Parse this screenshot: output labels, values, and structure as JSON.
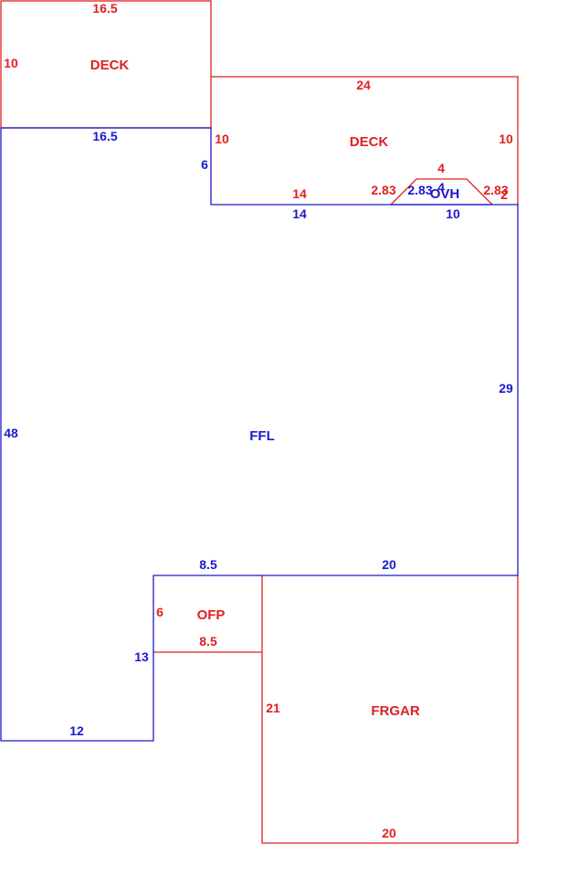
{
  "colors": {
    "red": "#e02020",
    "blue": "#1a1acc",
    "background": "#ffffff"
  },
  "areas": {
    "deck_left": "DECK",
    "deck_right": "DECK",
    "ovh": "OVH",
    "ffl": "FFL",
    "ofp": "OFP",
    "frgar": "FRGAR"
  },
  "dims": {
    "deck_left_top": "16.5",
    "deck_left_side": "10",
    "ffl_top_left": "16.5",
    "deck_right_top": "24",
    "deck_right_left": "10",
    "ffl_step": "6",
    "deck_right_right": "10",
    "ovh_top": "4",
    "ovh_left_red": "2.83",
    "ovh_left_blue": "2.83",
    "ovh_inner": "4",
    "ovh_right_red": "2.83",
    "ovh_right_small": "2",
    "deck_bottom_red": "14",
    "ffl_top_mid": "14",
    "ffl_top_right": "10",
    "ffl_right": "29",
    "ffl_left": "48",
    "ffl_step_top": "8.5",
    "ffl_bottom_right": "20",
    "ofp_left": "6",
    "ofp_bottom": "8.5",
    "ffl_step_left": "13",
    "garage_left": "21",
    "ffl_bottom_left": "12",
    "garage_bottom": "20"
  }
}
